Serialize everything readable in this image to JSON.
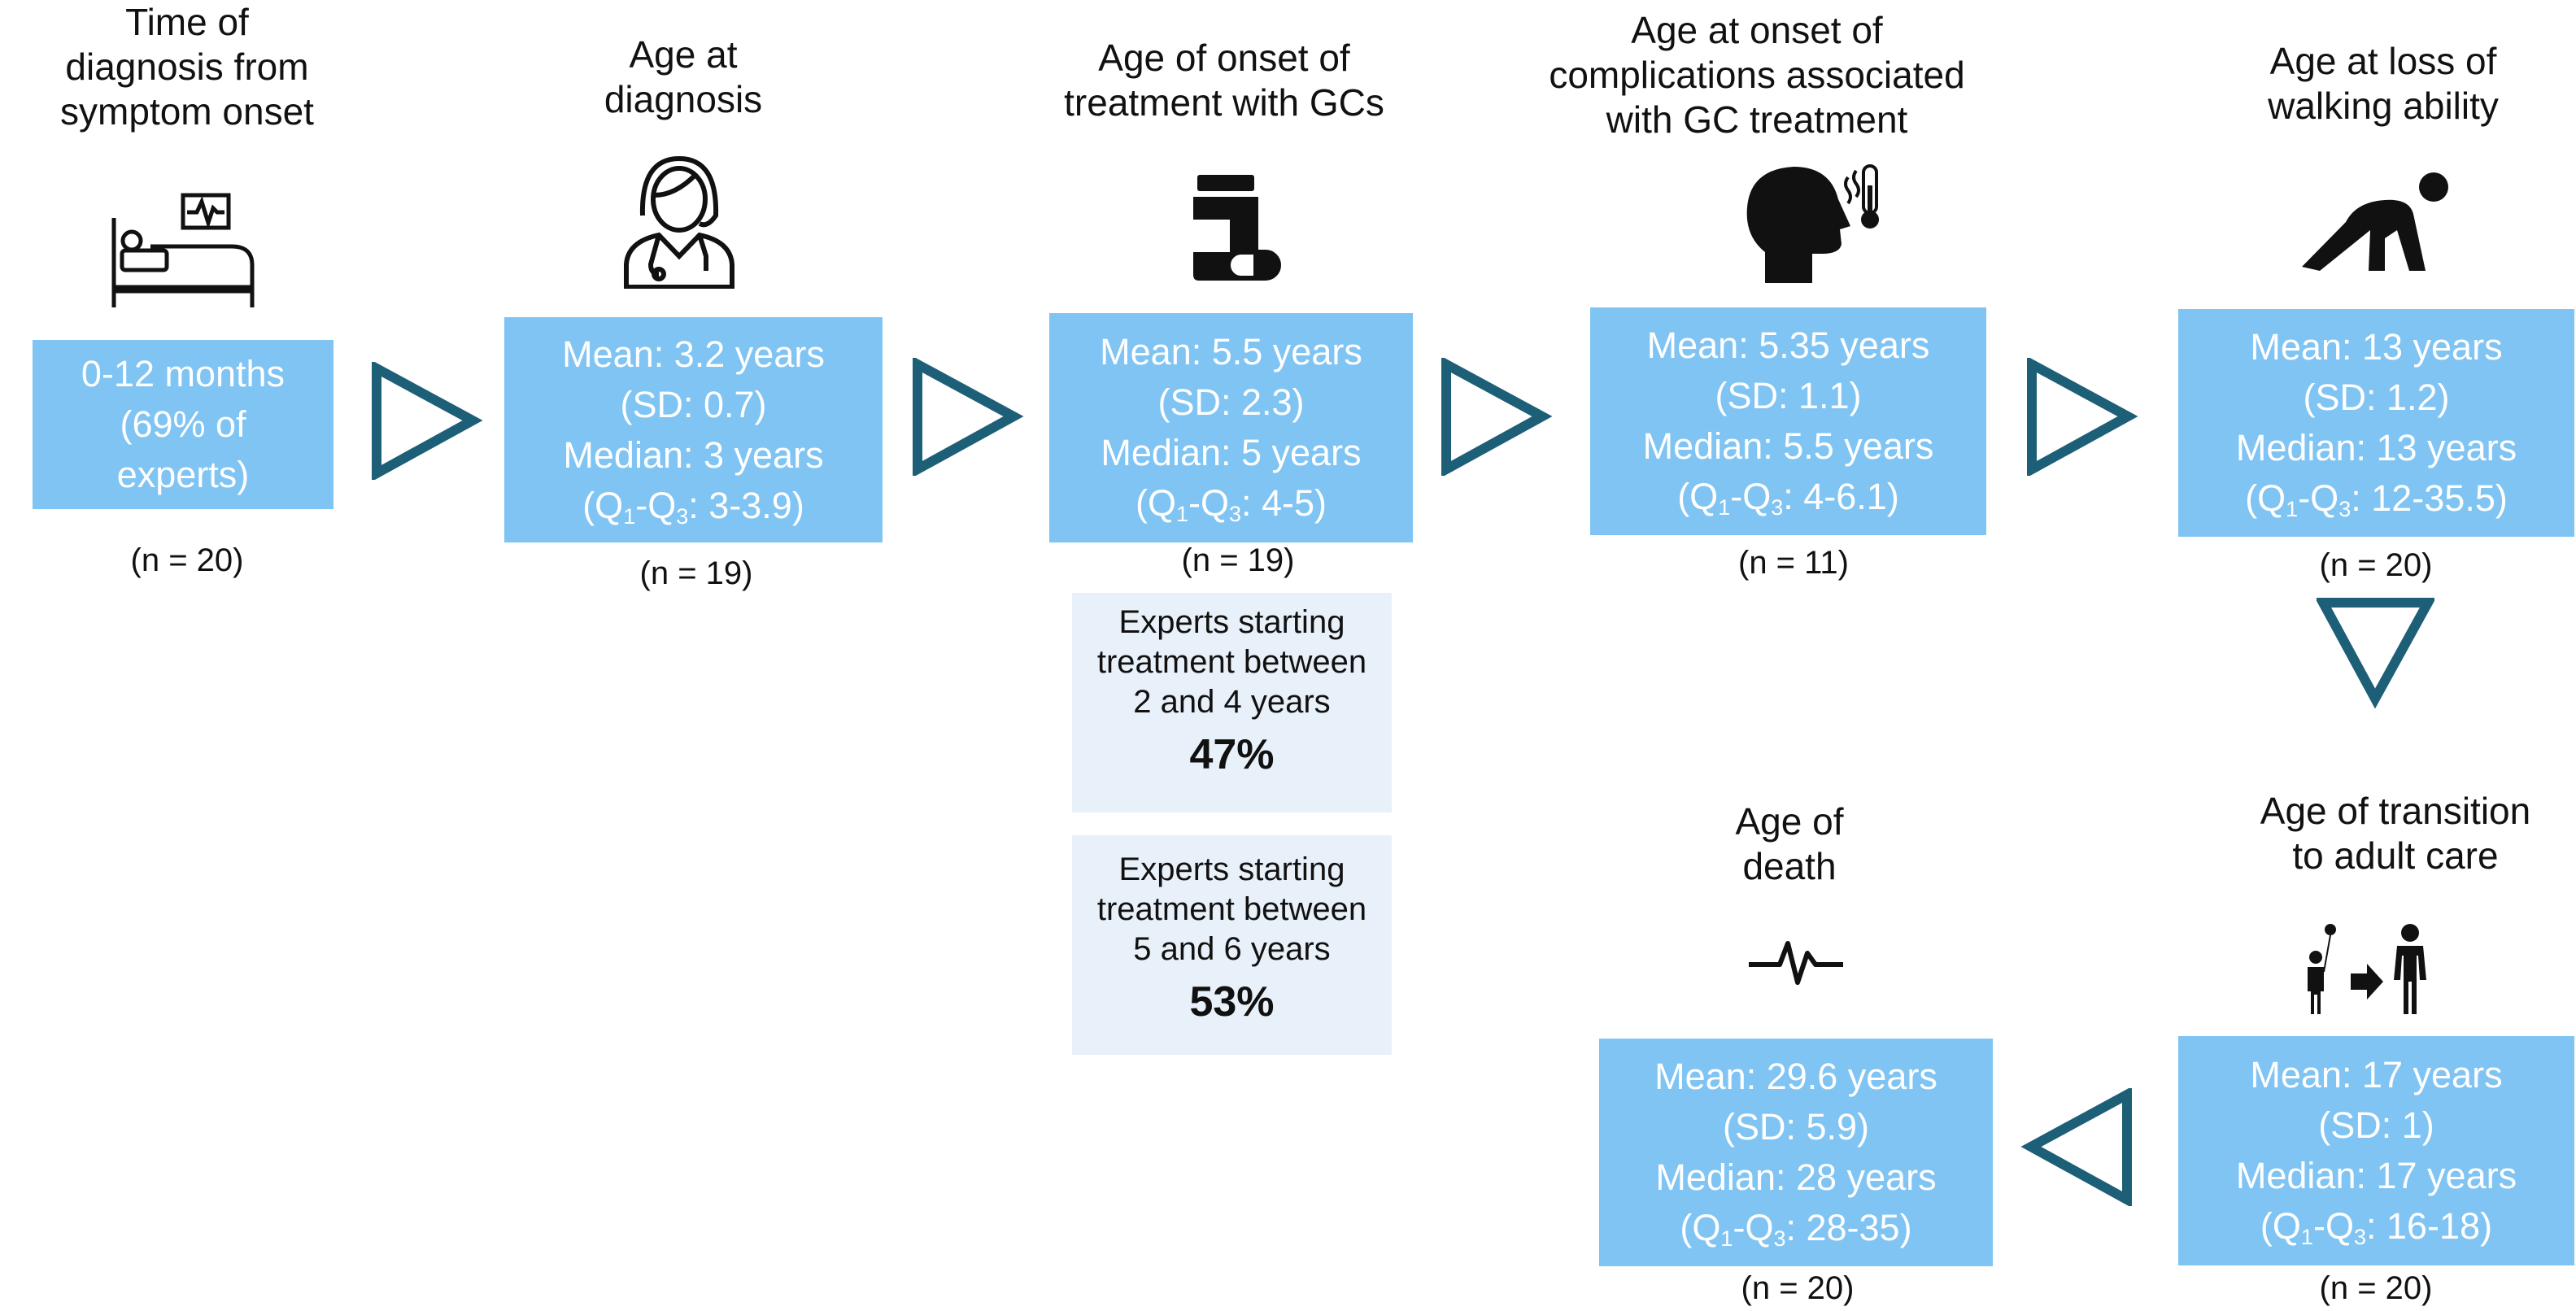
{
  "steps": {
    "s1": {
      "title": [
        "Time of",
        "diagnosis from",
        "symptom onset"
      ],
      "lines": [
        "0-12 months",
        "(69% of",
        "experts)"
      ],
      "n": "(n = 20)",
      "icon": "hospital-bed-monitor-icon"
    },
    "s2": {
      "title": [
        "Age at",
        "diagnosis"
      ],
      "mean": "Mean: 3.2 years",
      "sd": "(SD: 0.7)",
      "median": "Median: 3 years",
      "q_pre": "(Q",
      "q1": "1",
      "q_mid": "-Q",
      "q3": "3",
      "q_post": ": 3-3.9)",
      "n": "(n = 19)",
      "icon": "doctor-icon"
    },
    "s3": {
      "title": [
        "Age of onset of",
        "treatment with GCs"
      ],
      "mean": "Mean: 5.5 years",
      "sd": "(SD: 2.3)",
      "median": "Median: 5 years",
      "q_pre": "(Q",
      "q1": "1",
      "q_mid": "-Q",
      "q3": "3",
      "q_post": ": 4-5)",
      "n": "(n = 19)",
      "icon": "medicine-bottle-pill-icon"
    },
    "s4": {
      "title": [
        "Age at onset of",
        "complications associated",
        "with GC treatment"
      ],
      "mean": "Mean: 5.35 years",
      "sd": "(SD: 1.1)",
      "median": "Median: 5.5 years",
      "q_pre": "(Q",
      "q1": "1",
      "q_mid": "-Q",
      "q3": "3",
      "q_post": ": 4-6.1)",
      "n": "(n = 11)",
      "icon": "fever-head-thermometer-icon"
    },
    "s5": {
      "title": [
        "Age at loss of",
        "walking ability"
      ],
      "mean": "Mean: 13 years",
      "sd": "(SD: 1.2)",
      "median": "Median: 13 years",
      "q_pre": "(Q",
      "q1": "1",
      "q_mid": "-Q",
      "q3": "3",
      "q_post": ": 12-35.5)",
      "n": "(n = 20)",
      "icon": "crawling-person-icon"
    },
    "s6": {
      "title": [
        "Age of transition",
        "to adult care"
      ],
      "mean": "Mean: 17 years",
      "sd": "(SD: 1)",
      "median": "Median: 17 years",
      "q_pre": "(Q",
      "q1": "1",
      "q_mid": "-Q",
      "q3": "3",
      "q_post": ": 16-18)",
      "n": "(n = 20)",
      "icon": "child-to-adult-icon"
    },
    "s7": {
      "title": [
        "Age of",
        "death"
      ],
      "mean": "Mean: 29.6 years",
      "sd": "(SD: 5.9)",
      "median": "Median: 28 years",
      "q_pre": "(Q",
      "q1": "1",
      "q_mid": "-Q",
      "q3": "3",
      "q_post": ": 28-35)",
      "n": "(n = 20)",
      "icon": "flatline-pulse-icon"
    }
  },
  "experts": [
    {
      "lines": [
        "Experts starting",
        "treatment between",
        "2 and 4 years"
      ],
      "pct": "47%"
    },
    {
      "lines": [
        "Experts starting",
        "treatment between",
        "5 and 6 years"
      ],
      "pct": "53%"
    }
  ],
  "colors": {
    "box": "#80c4f3",
    "arrow": "#1e5f78",
    "expert_box": "#e8f0f9"
  }
}
